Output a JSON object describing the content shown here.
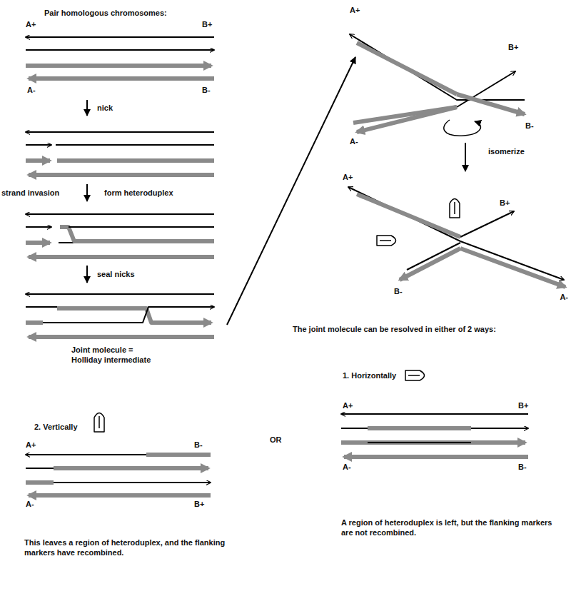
{
  "diagram": {
    "labels": [
      "Pair homologous chromosomes:",
      "A+",
      "B+",
      "A-",
      "B-",
      "nick",
      "strand invasion",
      "form heteroduplex",
      "seal nicks",
      "Joint molecule = Holliday intermediate",
      "A+",
      "B+",
      "A-",
      "B-",
      "isomerize",
      "A+",
      "B+",
      "B-",
      "A-",
      "The joint molecule can be resolved in either of 2 ways:",
      "1. Horizontally",
      "A+",
      "B+",
      "A-",
      "B-",
      "A region of heteroduplex is left, but the flanking markers are not recombined.",
      "OR",
      "2. Vertically",
      "A+",
      "B-",
      "A-",
      "B+",
      "This leaves a region of heteroduplex, and the flanking markers have recombined."
    ]
  }
}
